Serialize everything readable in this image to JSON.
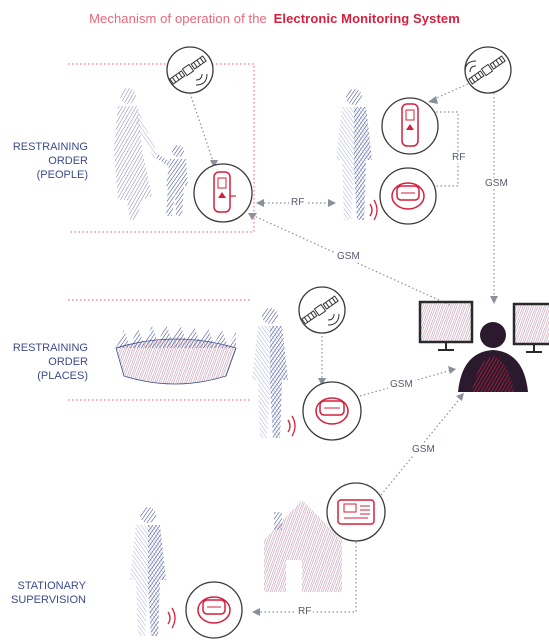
{
  "title": {
    "prefix": "Mechanism of operation of the",
    "emphasis": "Electronic Monitoring System"
  },
  "sections": {
    "people": {
      "line1": "RESTRAINING",
      "line2": "ORDER",
      "line3": "(PEOPLE)"
    },
    "places": {
      "line1": "RESTRAINING",
      "line2": "ORDER",
      "line3": "(PLACES)"
    },
    "stationary": {
      "line1": "STATIONARY",
      "line2": "SUPERVISION"
    }
  },
  "links": {
    "rf_victim_offender": "RF",
    "rf_offender_devices": "RF",
    "gsm_satellite_center": "GSM",
    "gsm_victim_center": "GSM",
    "gsm_places_center": "GSM",
    "gsm_home_center": "GSM",
    "rf_home_bracelet": "RF"
  },
  "colors": {
    "accent": "#d61f3d",
    "title_light": "#e8667a",
    "figure_blue": "#3c4a8c",
    "dotted": "#8a8f9c",
    "frame_dotted": "#e05a70"
  },
  "icons": [
    "satellite-icon",
    "phone-unit-icon",
    "ankle-bracelet-icon",
    "base-station-icon",
    "monitor-icon",
    "operator-icon",
    "stadium-icon",
    "house-icon"
  ]
}
